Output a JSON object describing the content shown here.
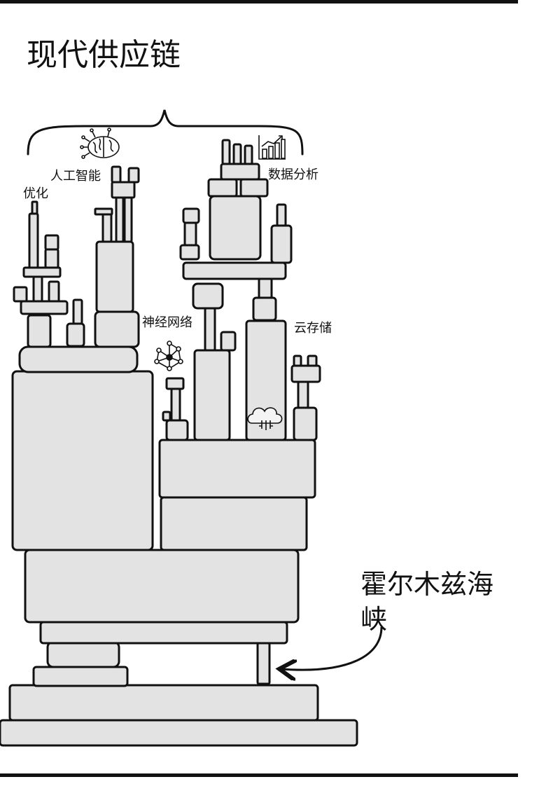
{
  "title": "现代供应链",
  "labels": {
    "optimization": "优化",
    "ai": "人工智能",
    "data_analysis": "数据分析",
    "neural_network": "神经网络",
    "cloud_storage": "云存储"
  },
  "strait": {
    "line1": "霍尔木兹海",
    "line2": "峡"
  },
  "icons": [
    "brain-icon",
    "bar-chart-icon",
    "network-icon",
    "cloud-icon"
  ],
  "colors": {
    "block_fill": "#e3e3e3",
    "outline": "#111111",
    "background": "#ffffff"
  }
}
